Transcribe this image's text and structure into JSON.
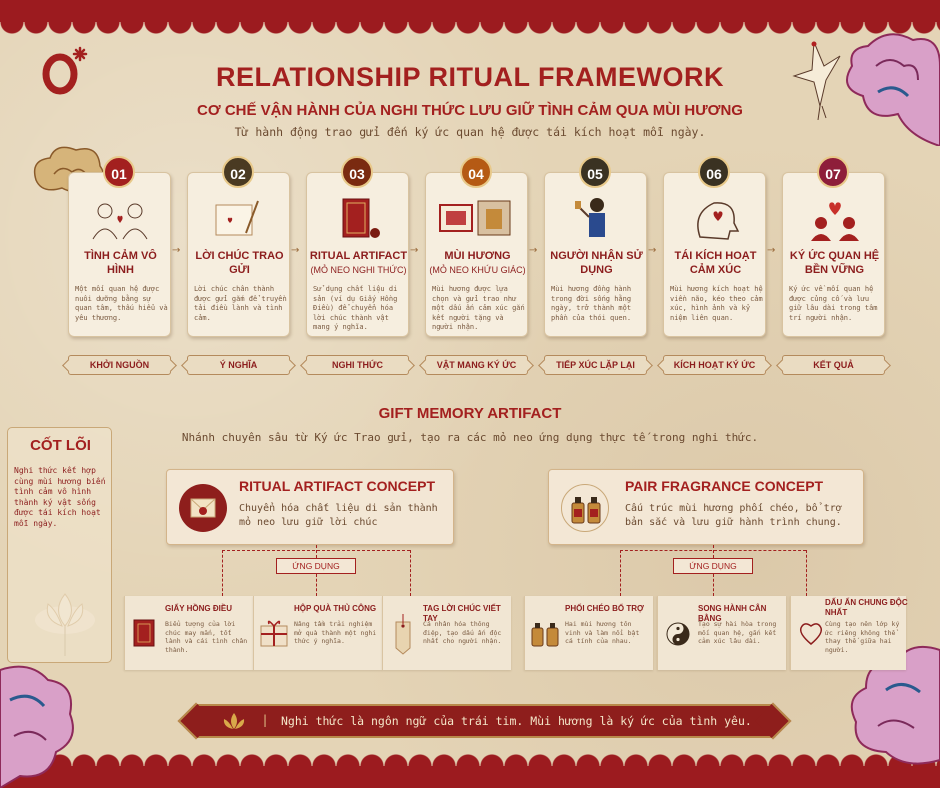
{
  "header": {
    "title": "RELATIONSHIP RITUAL FRAMEWORK",
    "subtitle": "CƠ CHẾ VẬN HÀNH CỦA NGHI THỨC LƯU GIỮ TÌNH CẢM QUA MÙI HƯƠNG",
    "tagline": "Từ hành động trao gửi đến ký ức quan hệ được tái kích hoạt mỗi ngày."
  },
  "steps": [
    {
      "num": "01",
      "title": "TÌNH CẢM VÔ HÌNH",
      "sub": "",
      "desc": "Một mối quan hệ được nuôi dưỡng bằng sự quan tâm, thấu hiểu và yêu thương.",
      "tag": "KHỞI NGUỒN",
      "color": "#a3201f"
    },
    {
      "num": "02",
      "title": "LỜI CHÚC TRAO GỬI",
      "sub": "",
      "desc": "Lời chúc chân thành được gửi gắm để truyền tải điều lành và tình cảm.",
      "tag": "Ý NGHĨA",
      "color": "#4a3a22"
    },
    {
      "num": "03",
      "title": "RITUAL ARTIFACT",
      "sub": "(MỎ NEO NGHI THỨC)",
      "desc": "Sử dụng chất liệu di sản (ví dụ Giấy Hồng Điều) để chuyển hóa lời chúc thành vật mang ý nghĩa.",
      "tag": "NGHI THỨC",
      "color": "#7a2a10"
    },
    {
      "num": "04",
      "title": "MÙI HƯƠNG",
      "sub": "(MỎ NEO KHỨU GIÁC)",
      "desc": "Mùi hương được lựa chọn và gửi trao như một dấu ấn cảm xúc gắn kết người tặng và người nhận.",
      "tag": "VẬT MANG KÝ ỨC",
      "color": "#b55a14"
    },
    {
      "num": "05",
      "title": "NGƯỜI NHẬN SỬ DỤNG",
      "sub": "",
      "desc": "Mùi hương đồng hành trong đời sống hằng ngày, trở thành một phần của thói quen.",
      "tag": "TIẾP XÚC LẶP LẠI",
      "color": "#3a3222"
    },
    {
      "num": "06",
      "title": "TÁI KÍCH HOẠT CẢM XÚC",
      "sub": "",
      "desc": "Mùi hương kích hoạt hệ viền não, kéo theo cảm xúc, hình ảnh và kỷ niệm liên quan.",
      "tag": "KÍCH HOẠT KÝ ỨC",
      "color": "#3a3222"
    },
    {
      "num": "07",
      "title": "KÝ ỨC QUAN HỆ BỀN VỮNG",
      "sub": "",
      "desc": "Ký ức về mối quan hệ được củng cố và lưu giữ lâu dài trong tâm trí người nhận.",
      "tag": "KẾT QUẢ",
      "color": "#8e1e3a"
    }
  ],
  "core": {
    "title": "CỐT LÕI",
    "desc": "Nghi thức kết hợp cùng mùi hương biến tình cảm vô hình thành ký vật sống được tái kích hoạt mỗi ngày."
  },
  "section2": {
    "title": "GIFT MEMORY ARTIFACT",
    "sub": "Nhánh chuyên sâu từ Ký ức Trao gửi, tạo ra các mỏ neo ứng dụng thực tế trong nghi thức."
  },
  "concepts": [
    {
      "title": "RITUAL ARTIFACT CONCEPT",
      "desc": "Chuyển hóa chất liệu di sản thành mỏ neo lưu giữ lời chúc",
      "apply": "ỨNG DỤNG",
      "items": [
        {
          "title": "GIẤY HỒNG ĐIỀU",
          "desc": "Biểu tượng của lời chúc may mắn, tốt lành và cái tình chân thành."
        },
        {
          "title": "HỘP QUÀ THỦ CÔNG",
          "desc": "Nâng tầm trải nghiệm mở quà thành một nghi thức ý nghĩa."
        },
        {
          "title": "TAG LỜI CHÚC VIẾT TAY",
          "desc": "Cá nhân hóa thông điệp, tạo dấu ấn độc nhất cho người nhận."
        }
      ]
    },
    {
      "title": "PAIR FRAGRANCE CONCEPT",
      "desc": "Cấu trúc mùi hương phối chéo, bổ trợ bản sắc và lưu giữ hành trình chung.",
      "apply": "ỨNG DỤNG",
      "items": [
        {
          "title": "PHỐI CHÉO BỔ TRỢ",
          "desc": "Hai mùi hương tôn vinh và làm nổi bật cá tính của nhau."
        },
        {
          "title": "SONG HÀNH CÂN BẰNG",
          "desc": "Tạo sự hài hòa trong mối quan hệ, gắn kết cảm xúc lâu dài."
        },
        {
          "title": "DẤU ẤN CHUNG ĐỘC NHẤT",
          "desc": "Cùng tạo nên lớp ký ức riêng không thể thay thế giữa hai người."
        }
      ]
    }
  ],
  "footer": {
    "text": "Nghi thức là ngôn ngữ của trái tim. Mùi hương là ký ức của tình yêu."
  },
  "colors": {
    "accent": "#a3201f",
    "border": "#9c1b1f",
    "paper": "#e4d4b6"
  }
}
